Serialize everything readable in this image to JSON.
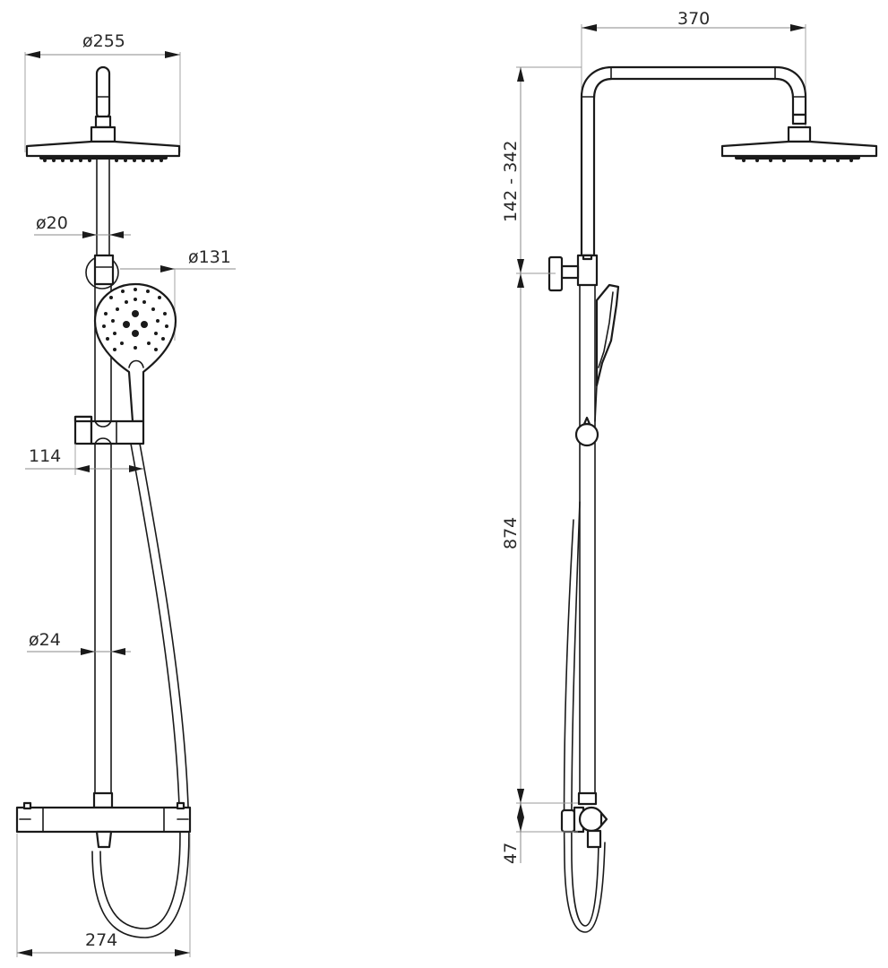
{
  "drawing": {
    "subject": "Shower system technical drawing",
    "stroke_color": "#1a1a1a",
    "dimension_color": "#8a8a8a",
    "background": "#ffffff",
    "units": "mm"
  },
  "front_view": {
    "dimensions": {
      "head_diameter": "ø255",
      "rail_diameter_top": "ø20",
      "hand_shower_diameter": "ø131",
      "holder_offset": "114",
      "rail_diameter_bottom": "ø24",
      "mixer_width": "274"
    }
  },
  "side_view": {
    "dimensions": {
      "arm_projection": "370",
      "height_adjust_range": "142 - 342",
      "rail_height": "874",
      "mixer_height": "47"
    }
  }
}
